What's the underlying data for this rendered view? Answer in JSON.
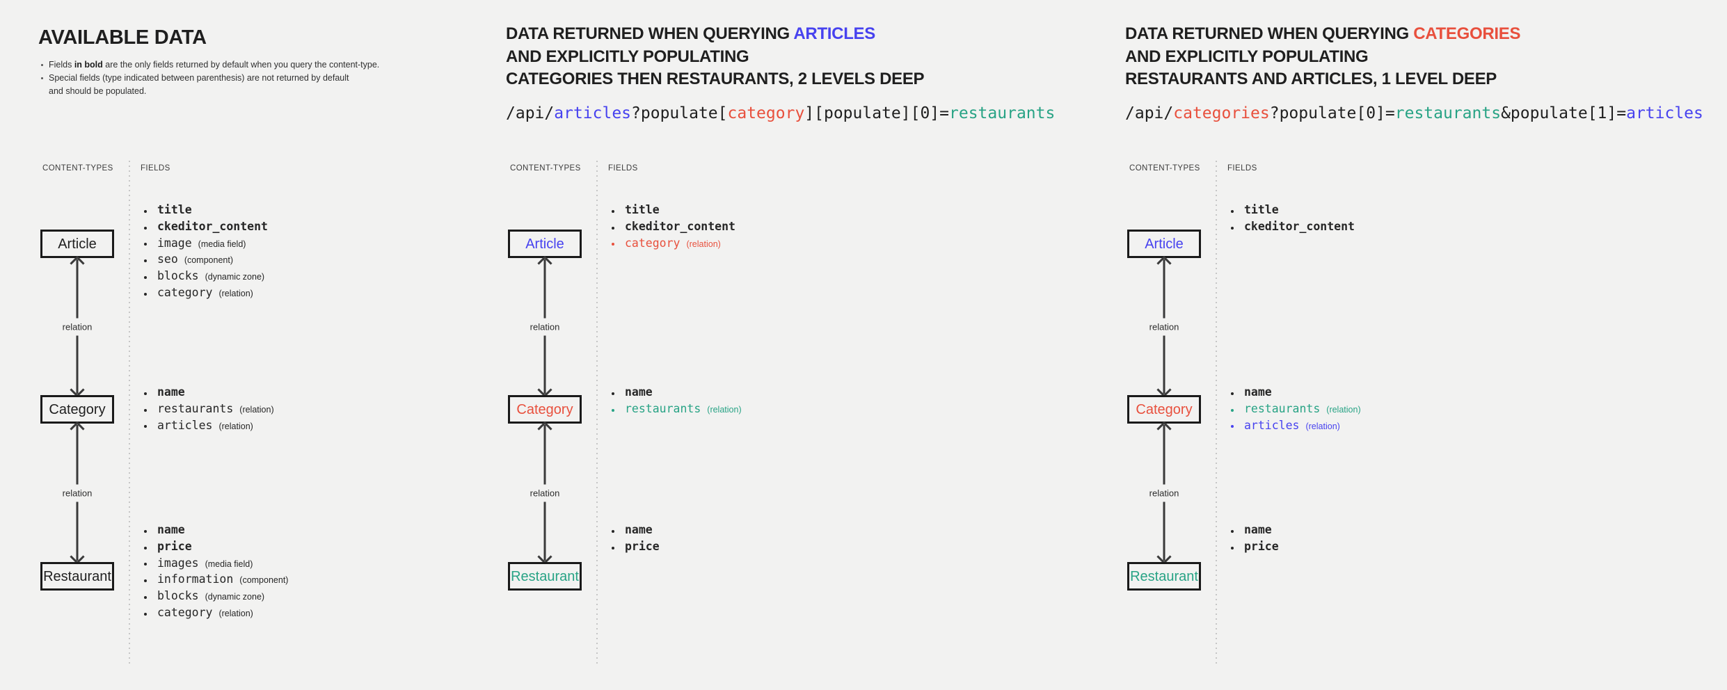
{
  "page": {
    "background": "#f2f2f1"
  },
  "colors": {
    "ink": "#1f1f1f",
    "blue": "#4742ef",
    "red": "#e8503d",
    "teal": "#28a385"
  },
  "columns": [
    {
      "id": "available-data",
      "title_solo": true,
      "title_lines": [
        [
          {
            "text": "AVAILABLE DATA"
          }
        ]
      ],
      "notes": [
        {
          "lines": [
            [
              {
                "text": "Fields "
              },
              {
                "text": "in bold",
                "bold": true
              },
              {
                "text": " are the only fields returned by default when you query the content-type."
              }
            ]
          ]
        },
        {
          "lines": [
            [
              {
                "text": "Special fields (type indicated between parenthesis) are not returned by default"
              }
            ],
            [
              {
                "text": "and should be populated."
              }
            ]
          ]
        }
      ],
      "code": null,
      "table": {
        "content_types_label": "CONTENT-TYPES",
        "fields_label": "FIELDS",
        "relation_label": "relation",
        "nodes": [
          {
            "label": "Article",
            "color": "ink",
            "fields": [
              {
                "name": "title",
                "bold": true
              },
              {
                "name": "ckeditor_content",
                "bold": true
              },
              {
                "name": "image",
                "type": "(media field)"
              },
              {
                "name": "seo",
                "type": "(component)"
              },
              {
                "name": "blocks",
                "type": "(dynamic zone)"
              },
              {
                "name": "category",
                "type": "(relation)"
              }
            ]
          },
          {
            "label": "Category",
            "color": "ink",
            "fields": [
              {
                "name": "name",
                "bold": true
              },
              {
                "name": "restaurants",
                "type": "(relation)"
              },
              {
                "name": "articles",
                "type": "(relation)"
              }
            ]
          },
          {
            "label": "Restaurant",
            "color": "ink",
            "fields": [
              {
                "name": "name",
                "bold": true
              },
              {
                "name": "price",
                "bold": true
              },
              {
                "name": "images",
                "type": "(media field)"
              },
              {
                "name": "information",
                "type": "(component)"
              },
              {
                "name": "blocks",
                "type": "(dynamic zone)"
              },
              {
                "name": "category",
                "type": "(relation)"
              }
            ]
          }
        ]
      }
    },
    {
      "id": "query-articles",
      "title_solo": false,
      "title_lines": [
        [
          {
            "text": "DATA RETURNED WHEN QUERYING "
          },
          {
            "text": "ARTICLES",
            "color": "blue"
          }
        ],
        [
          {
            "text": "AND EXPLICITLY POPULATING"
          }
        ],
        [
          {
            "text": "CATEGORIES THEN RESTAURANTS, 2 LEVELS DEEP"
          }
        ]
      ],
      "notes": null,
      "code": [
        {
          "text": "/api/"
        },
        {
          "text": "articles",
          "color": "blue"
        },
        {
          "text": "?populate["
        },
        {
          "text": "category",
          "color": "red"
        },
        {
          "text": "][populate][0]="
        },
        {
          "text": "restaurants",
          "color": "teal"
        }
      ],
      "table": {
        "content_types_label": "CONTENT-TYPES",
        "fields_label": "FIELDS",
        "relation_label": "relation",
        "nodes": [
          {
            "label": "Article",
            "color": "blue",
            "fields": [
              {
                "name": "title",
                "bold": true
              },
              {
                "name": "ckeditor_content",
                "bold": true
              },
              {
                "name": "category",
                "type": "(relation)",
                "color": "red"
              }
            ]
          },
          {
            "label": "Category",
            "color": "red",
            "fields": [
              {
                "name": "name",
                "bold": true
              },
              {
                "name": "restaurants",
                "type": "(relation)",
                "color": "teal"
              }
            ]
          },
          {
            "label": "Restaurant",
            "color": "teal",
            "fields": [
              {
                "name": "name",
                "bold": true
              },
              {
                "name": "price",
                "bold": true
              }
            ]
          }
        ]
      }
    },
    {
      "id": "query-categories",
      "title_solo": false,
      "title_lines": [
        [
          {
            "text": "DATA RETURNED WHEN QUERYING "
          },
          {
            "text": "CATEGORIES",
            "color": "red"
          }
        ],
        [
          {
            "text": "AND EXPLICITLY POPULATING"
          }
        ],
        [
          {
            "text": "RESTAURANTS AND ARTICLES, 1 LEVEL DEEP"
          }
        ]
      ],
      "notes": null,
      "code": [
        {
          "text": "/api/"
        },
        {
          "text": "categories",
          "color": "red"
        },
        {
          "text": "?populate[0]="
        },
        {
          "text": "restaurants",
          "color": "teal"
        },
        {
          "text": "&populate[1]="
        },
        {
          "text": "articles",
          "color": "blue"
        }
      ],
      "table": {
        "content_types_label": "CONTENT-TYPES",
        "fields_label": "FIELDS",
        "relation_label": "relation",
        "nodes": [
          {
            "label": "Article",
            "color": "blue",
            "fields": [
              {
                "name": "title",
                "bold": true
              },
              {
                "name": "ckeditor_content",
                "bold": true
              }
            ]
          },
          {
            "label": "Category",
            "color": "red",
            "fields": [
              {
                "name": "name",
                "bold": true
              },
              {
                "name": "restaurants",
                "type": "(relation)",
                "color": "teal"
              },
              {
                "name": "articles",
                "type": "(relation)",
                "color": "blue"
              }
            ]
          },
          {
            "label": "Restaurant",
            "color": "teal",
            "fields": [
              {
                "name": "name",
                "bold": true
              },
              {
                "name": "price",
                "bold": true
              }
            ]
          }
        ]
      }
    }
  ]
}
